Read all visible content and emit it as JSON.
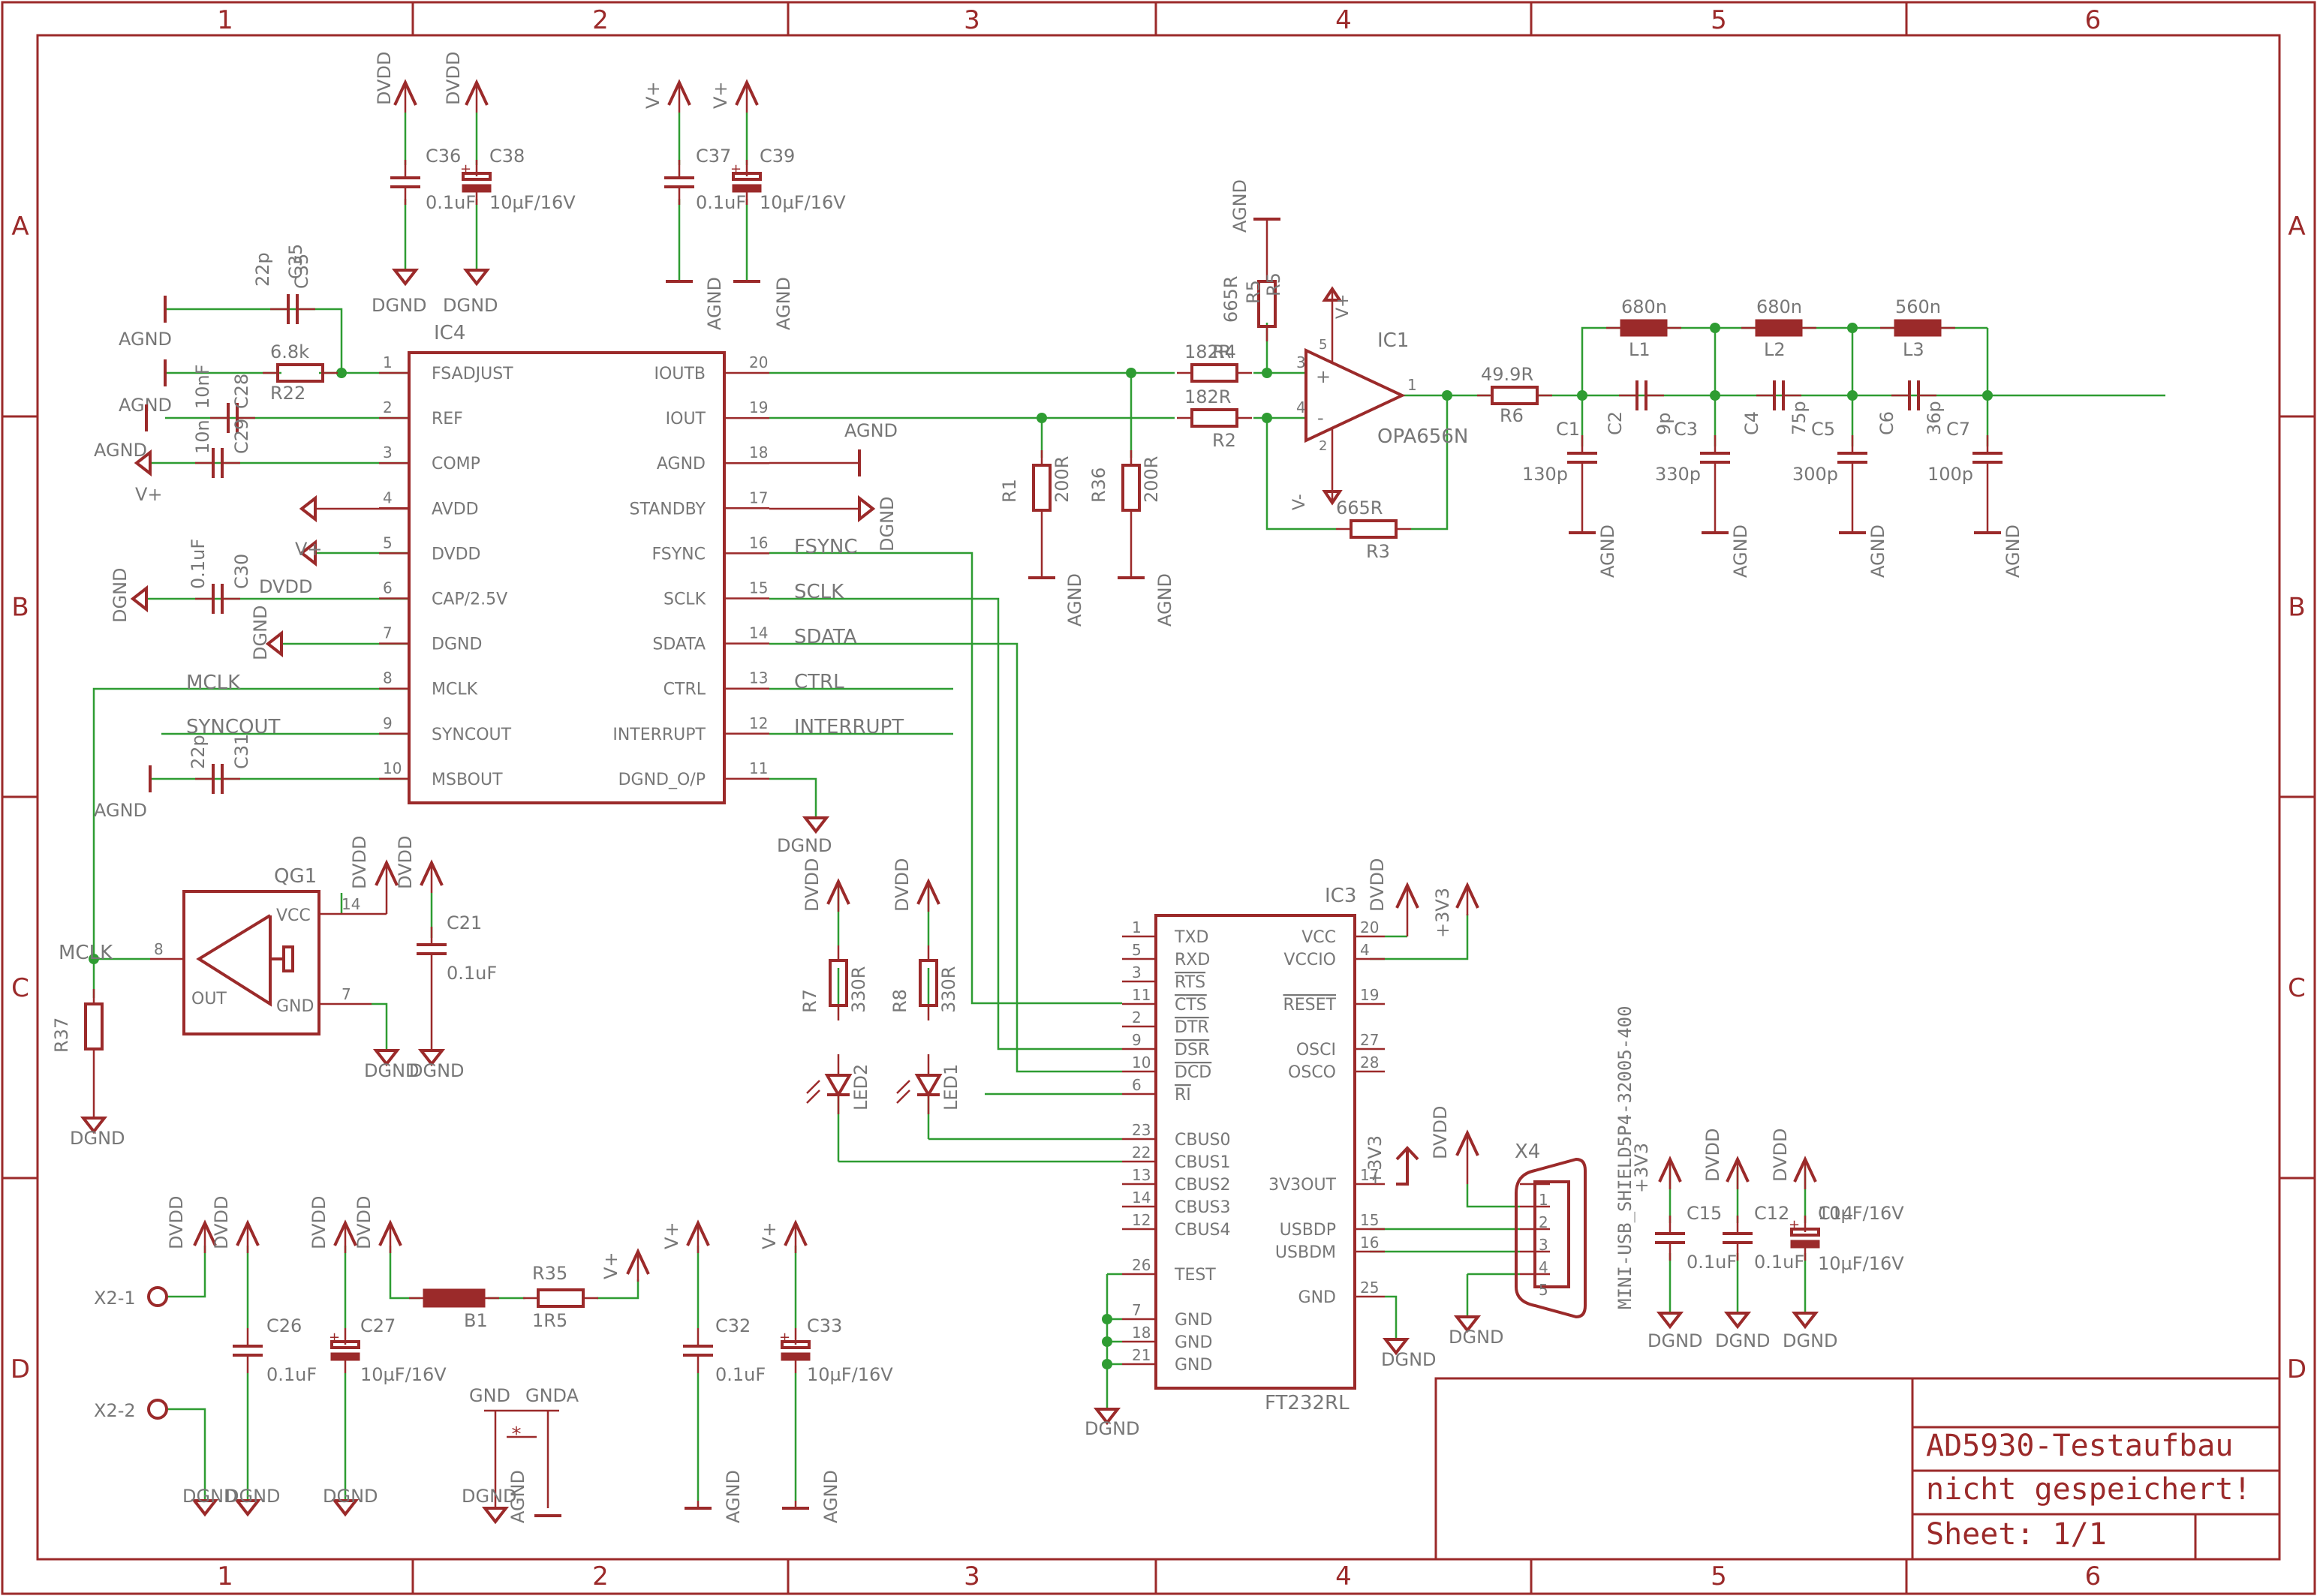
{
  "frame": {
    "columns": [
      "1",
      "2",
      "3",
      "4",
      "5",
      "6"
    ],
    "rows": [
      "A",
      "B",
      "C",
      "D"
    ]
  },
  "title_block": {
    "title": "AD5930-Testaufbau",
    "status": "nicht gespeichert!",
    "sheet": "Sheet: 1/1"
  },
  "ic4": {
    "name": "IC4",
    "left_pins": [
      {
        "num": "1",
        "name": "FSADJUST"
      },
      {
        "num": "2",
        "name": "REF"
      },
      {
        "num": "3",
        "name": "COMP"
      },
      {
        "num": "4",
        "name": "AVDD"
      },
      {
        "num": "5",
        "name": "DVDD"
      },
      {
        "num": "6",
        "name": "CAP/2.5V"
      },
      {
        "num": "7",
        "name": "DGND"
      },
      {
        "num": "8",
        "name": "MCLK"
      },
      {
        "num": "9",
        "name": "SYNCOUT"
      },
      {
        "num": "10",
        "name": "MSBOUT"
      }
    ],
    "right_pins": [
      {
        "num": "20",
        "name": "IOUTB"
      },
      {
        "num": "19",
        "name": "IOUT"
      },
      {
        "num": "18",
        "name": "AGND"
      },
      {
        "num": "17",
        "name": "STANDBY"
      },
      {
        "num": "16",
        "name": "FSYNC"
      },
      {
        "num": "15",
        "name": "SCLK"
      },
      {
        "num": "14",
        "name": "SDATA"
      },
      {
        "num": "13",
        "name": "CTRL"
      },
      {
        "num": "12",
        "name": "INTERRUPT"
      },
      {
        "num": "11",
        "name": "DGND_O/P"
      }
    ],
    "net_labels": [
      "FSYNC",
      "SCLK",
      "SDATA",
      "CTRL",
      "INTERRUPT"
    ]
  },
  "ic3": {
    "name": "IC3",
    "part": "FT232RL",
    "left_pins": [
      {
        "num": "1",
        "name": "TXD"
      },
      {
        "num": "5",
        "name": "RXD"
      },
      {
        "num": "3",
        "name": "RTS"
      },
      {
        "num": "11",
        "name": "CTS"
      },
      {
        "num": "2",
        "name": "DTR"
      },
      {
        "num": "9",
        "name": "DSR"
      },
      {
        "num": "10",
        "name": "DCD"
      },
      {
        "num": "6",
        "name": "RI"
      },
      {
        "num": "23",
        "name": "CBUS0"
      },
      {
        "num": "22",
        "name": "CBUS1"
      },
      {
        "num": "13",
        "name": "CBUS2"
      },
      {
        "num": "14",
        "name": "CBUS3"
      },
      {
        "num": "12",
        "name": "CBUS4"
      },
      {
        "num": "26",
        "name": "TEST"
      },
      {
        "num": "7",
        "name": "GND"
      },
      {
        "num": "18",
        "name": "GND"
      },
      {
        "num": "21",
        "name": "GND"
      }
    ],
    "right_pins": [
      {
        "num": "20",
        "name": "VCC"
      },
      {
        "num": "4",
        "name": "VCCIO"
      },
      {
        "num": "19",
        "name": "RESET"
      },
      {
        "num": "27",
        "name": "OSCI"
      },
      {
        "num": "28",
        "name": "OSCO"
      },
      {
        "num": "17",
        "name": "3V3OUT"
      },
      {
        "num": "15",
        "name": "USBDP"
      },
      {
        "num": "16",
        "name": "USBDM"
      },
      {
        "num": "25",
        "name": "GND"
      }
    ]
  },
  "opamp": {
    "name": "IC1",
    "part": "OPA656N",
    "plus": "+",
    "minus": "-",
    "vp": "V+",
    "vm": "V-",
    "p3": "3",
    "p4": "4",
    "p1": "1",
    "p5": "5",
    "p2": "2"
  },
  "qg1": {
    "name": "QG1",
    "vcc": "VCC",
    "out": "OUT",
    "gnd": "GND",
    "p14": "14",
    "p8": "8",
    "p7": "7"
  },
  "x4": {
    "name": "X4",
    "part": "MINI-USB_SHIELD5P4-32005-400",
    "pins": [
      "1",
      "2",
      "3",
      "4",
      "5"
    ]
  },
  "components": {
    "C35": {
      "name": "C35",
      "value": "22p"
    },
    "R22": {
      "name": "R22",
      "value": "6.8k"
    },
    "C28": {
      "name": "C28",
      "value": "10nF"
    },
    "C29": {
      "name": "C29",
      "value": "10n"
    },
    "C30": {
      "name": "C30",
      "value": "0.1uF"
    },
    "C31": {
      "name": "C31",
      "value": "22p"
    },
    "C36": {
      "name": "C36",
      "value": "0.1uF"
    },
    "C38": {
      "name": "C38",
      "value": "10µF/16V"
    },
    "C37": {
      "name": "C37",
      "value": "0.1uF"
    },
    "C39": {
      "name": "C39",
      "value": "10µF/16V"
    },
    "R5": {
      "name": "R5",
      "value": "665R"
    },
    "R4": {
      "name": "R4",
      "value": "182R"
    },
    "R2": {
      "name": "R2",
      "value": "182R"
    },
    "R3": {
      "name": "R3",
      "value": "665R"
    },
    "R1": {
      "name": "R1",
      "value": "200R"
    },
    "R36": {
      "name": "R36",
      "value": "200R"
    },
    "R6": {
      "name": "R6",
      "value": "49.9R"
    },
    "L1": {
      "name": "L1",
      "value": "680n"
    },
    "L2": {
      "name": "L2",
      "value": "680n"
    },
    "L3": {
      "name": "L3",
      "value": "560n"
    },
    "C1": {
      "name": "C1",
      "value": "130p"
    },
    "C2": {
      "name": "C2",
      "value": "9p"
    },
    "C3": {
      "name": "C3",
      "value": "330p"
    },
    "C4": {
      "name": "C4",
      "value": "75p"
    },
    "C5": {
      "name": "C5",
      "value": "300p"
    },
    "C6": {
      "name": "C6",
      "value": "36p"
    },
    "C7": {
      "name": "C7",
      "value": "100p"
    },
    "C21": {
      "name": "C21",
      "value": "0.1uF"
    },
    "R37": {
      "name": "R37",
      "value": ""
    },
    "R7": {
      "name": "R7",
      "value": "330R"
    },
    "R8": {
      "name": "R8",
      "value": "330R"
    },
    "LED1": {
      "name": "LED1",
      "value": ""
    },
    "LED2": {
      "name": "LED2",
      "value": ""
    },
    "C26": {
      "name": "C26",
      "value": "0.1uF"
    },
    "C27": {
      "name": "C27",
      "value": "10µF/16V"
    },
    "B1": {
      "name": "B1",
      "value": ""
    },
    "R35": {
      "name": "R35",
      "value": "1R5"
    },
    "C32": {
      "name": "C32",
      "value": "0.1uF"
    },
    "C33": {
      "name": "C33",
      "value": "10µF/16V"
    },
    "C15": {
      "name": "C15",
      "value": "0.1uF"
    },
    "C12": {
      "name": "C12",
      "value": "0.1uF"
    },
    "C14": {
      "name": "C14",
      "value": "10µF/16V"
    }
  },
  "nets": {
    "agnd": "AGND",
    "dgnd": "DGND",
    "dvdd": "DVDD",
    "vplus": "V+",
    "v3v3": "+3V3",
    "gnd": "GND",
    "gnda": "GNDA",
    "mclk": "MCLK",
    "syncout": "SYNCOUT",
    "x21": "X2-1",
    "x22": "X2-2"
  }
}
